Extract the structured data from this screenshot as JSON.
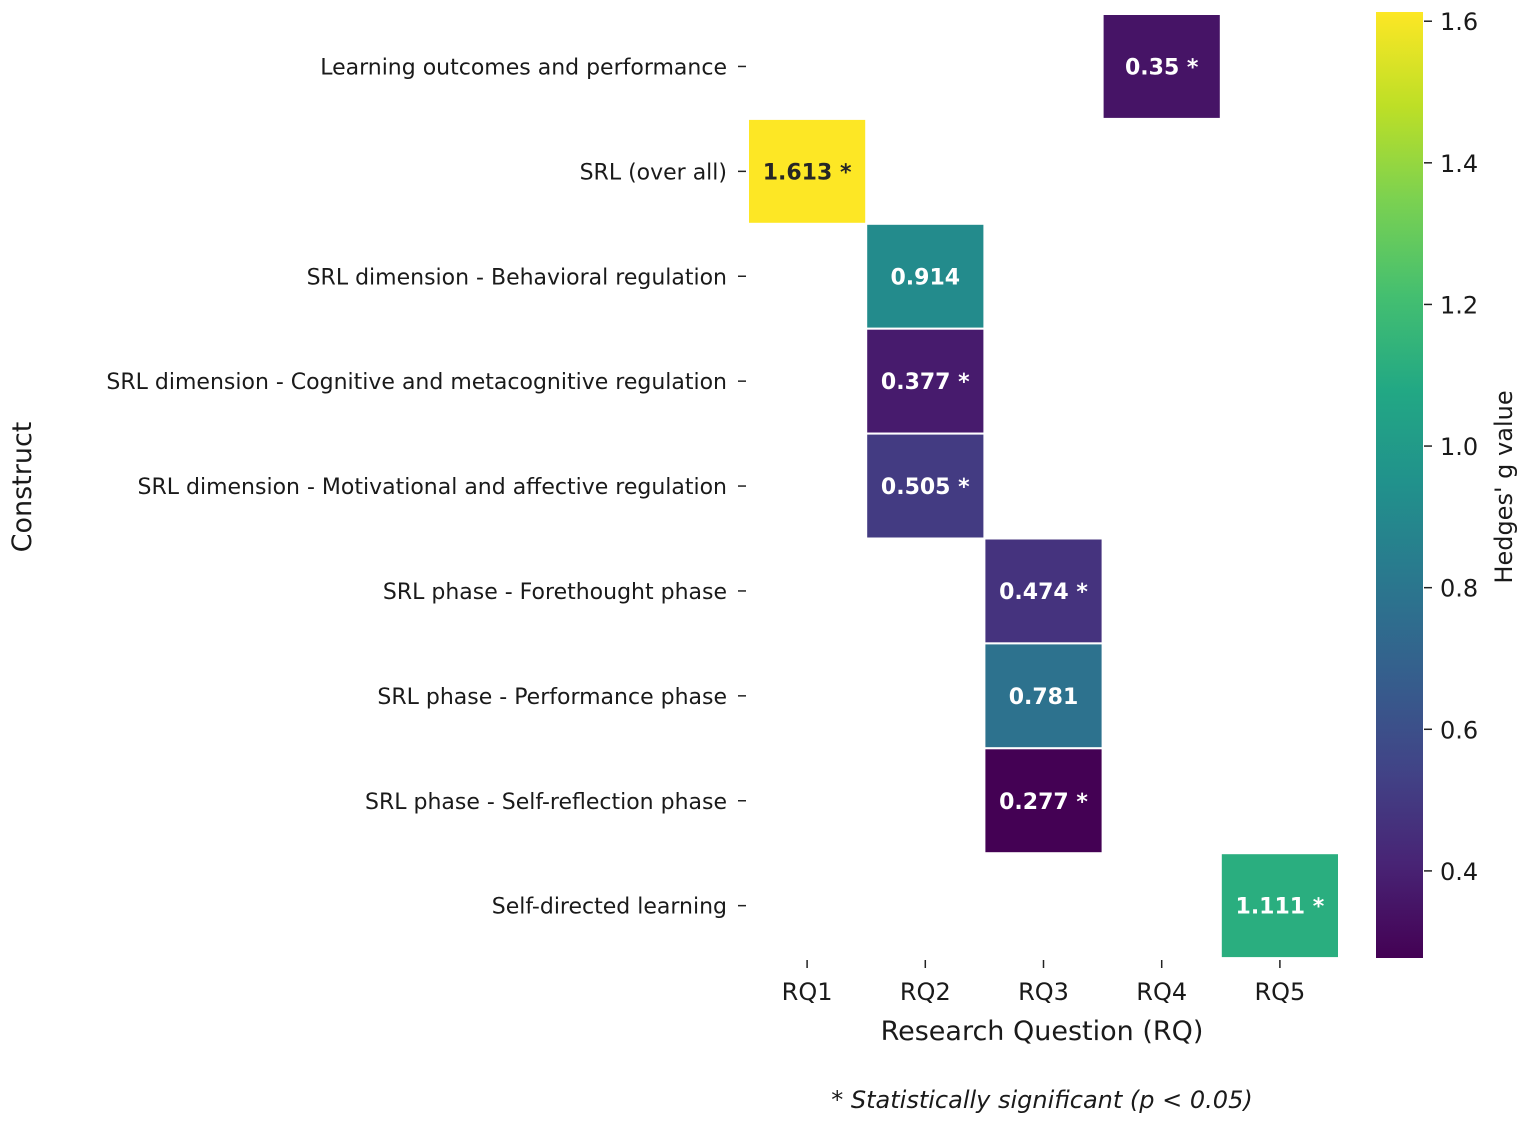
{
  "chart_data": {
    "type": "heatmap",
    "xlabel": "Research Question (RQ)",
    "ylabel": "Construct",
    "x_categories": [
      "RQ1",
      "RQ2",
      "RQ3",
      "RQ4",
      "RQ5"
    ],
    "y_categories": [
      "Learning outcomes and performance",
      "SRL (over all)",
      "SRL dimension - Behavioral regulation",
      "SRL dimension - Cognitive and metacognitive regulation",
      "SRL dimension - Motivational and affective regulation",
      "SRL phase - Forethought phase",
      "SRL phase - Performance phase",
      "SRL phase - Self-reflection phase",
      "Self-directed learning"
    ],
    "cells": [
      {
        "row": 0,
        "col": 3,
        "value": 0.35,
        "label": "0.35 *",
        "significant": true
      },
      {
        "row": 1,
        "col": 0,
        "value": 1.613,
        "label": "1.613 *",
        "significant": true
      },
      {
        "row": 2,
        "col": 1,
        "value": 0.914,
        "label": "0.914",
        "significant": false
      },
      {
        "row": 3,
        "col": 1,
        "value": 0.377,
        "label": "0.377 *",
        "significant": true
      },
      {
        "row": 4,
        "col": 1,
        "value": 0.505,
        "label": "0.505 *",
        "significant": true
      },
      {
        "row": 5,
        "col": 2,
        "value": 0.474,
        "label": "0.474 *",
        "significant": true
      },
      {
        "row": 6,
        "col": 2,
        "value": 0.781,
        "label": "0.781",
        "significant": false
      },
      {
        "row": 7,
        "col": 2,
        "value": 0.277,
        "label": "0.277 *",
        "significant": true
      },
      {
        "row": 8,
        "col": 4,
        "value": 1.111,
        "label": "1.111 *",
        "significant": true
      }
    ],
    "colormap": "viridis",
    "colorbar": {
      "label": "Hedges' g value",
      "range": [
        0.277,
        1.613
      ],
      "ticks": [
        "0.4",
        "0.6",
        "0.8",
        "1.0",
        "1.2",
        "1.4",
        "1.6"
      ]
    },
    "footnote": "* Statistically significant (p < 0.05)"
  }
}
